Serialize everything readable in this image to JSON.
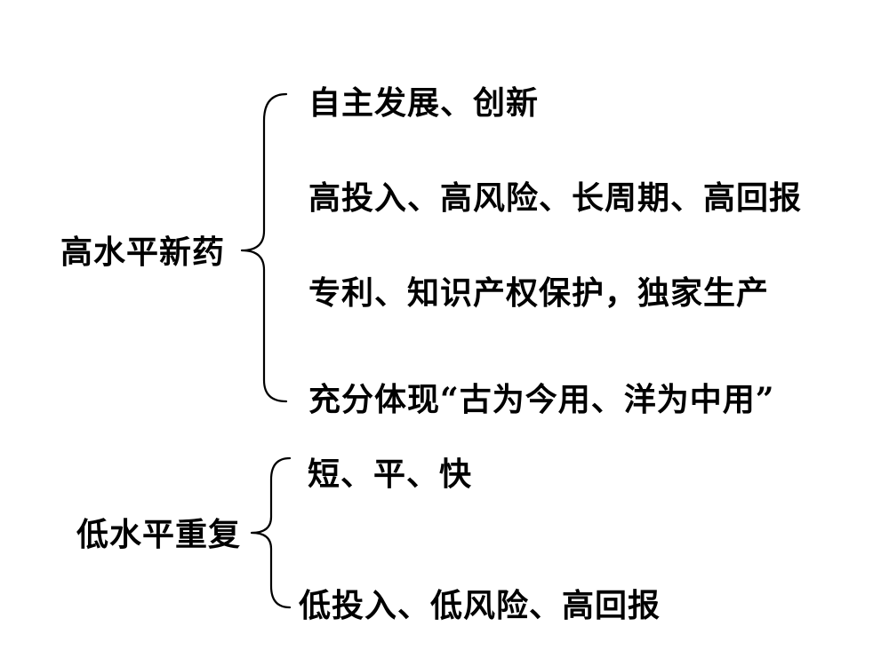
{
  "groups": [
    {
      "label": "高水平新药",
      "items": [
        "自主发展、创新",
        "高投入、高风险、长周期、高回报",
        "专利、知识产权保护，独家生产",
        "充分体现“古为今用、洋为中用”"
      ]
    },
    {
      "label": "低水平重复",
      "items": [
        "短、平、快",
        "低投入、低风险、高回报"
      ]
    }
  ],
  "colors": {
    "text": "#000000",
    "background": "#ffffff"
  }
}
